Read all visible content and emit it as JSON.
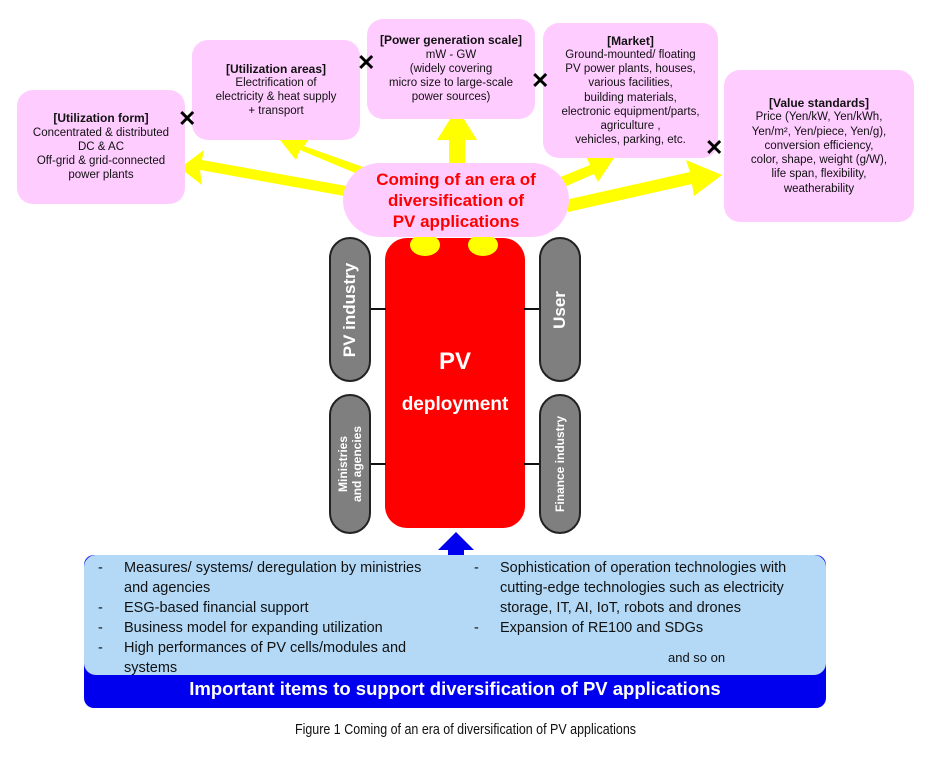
{
  "boxes": {
    "utilization_form": {
      "title": "[Utilization form]",
      "body": "Concentrated & distributed\nDC & AC\nOff-grid & grid-connected\npower plants"
    },
    "utilization_areas": {
      "title": "[Utilization areas]",
      "body": "Electrification of\nelectricity & heat supply\n+ transport"
    },
    "power_scale": {
      "title": "[Power generation scale]",
      "body": "mW - GW\n(widely covering\nmicro size to large-scale\npower sources)"
    },
    "market": {
      "title": "[Market]",
      "body": "Ground-mounted/ floating\nPV power plants, houses,\nvarious facilities,\nbuilding materials,\nelectronic equipment/parts,\nagriculture ,\nvehicles, parking, etc."
    },
    "value_standards": {
      "title": "[Value standards]",
      "body": "Price (Yen/kW, Yen/kWh,\nYen/m², Yen/piece, Yen/g),\nconversion efficiency,\ncolor, shape, weight (g/W),\nlife span, flexibility,\nweatherability"
    }
  },
  "cross_symbol": "✕",
  "era": "Coming of an era of\ndiversification  of\nPV applications",
  "center": {
    "line1": "PV",
    "line2": "deployment"
  },
  "actors": {
    "pv_industry": "PV industry",
    "user": "User",
    "ministries": "Ministries\nand agencies",
    "finance": "Finance industry"
  },
  "support": {
    "left_items": [
      "Measures/ systems/ deregulation by ministries and agencies",
      "ESG-based financial support",
      "Business model for expanding utilization",
      "High performances of PV cells/modules and systems"
    ],
    "right_items": [
      "Sophistication of operation technologies with cutting-edge technologies such as electricity storage, IT, AI, IoT, robots and drones",
      "Expansion of RE100 and SDGs"
    ],
    "and_so_on": "and so on",
    "title": "Important items to support diversification of PV applications"
  },
  "colors": {
    "box_fill": "#ffccff",
    "arrow": "#ffff00",
    "center": "#ff0000",
    "actor": "#7f7f7f",
    "support_light": "#b3d9f7",
    "support_dark": "#0000ee"
  },
  "caption": "Figure 1 Coming of an era of diversification of PV applications"
}
